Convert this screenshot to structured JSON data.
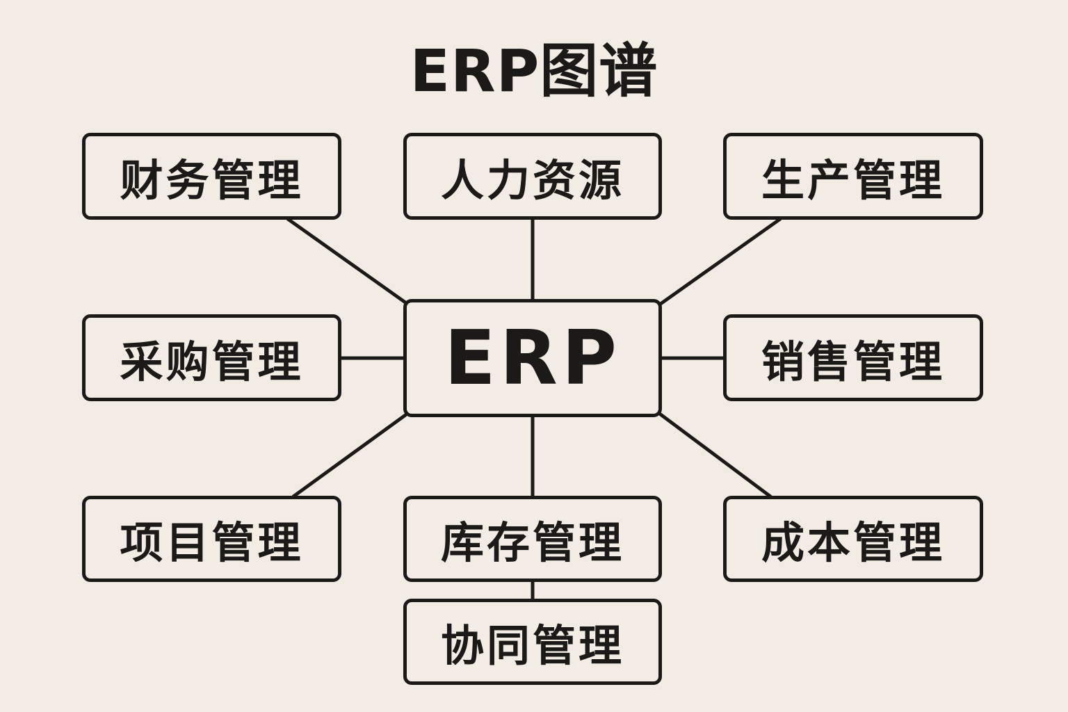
{
  "title": "ERP图谱",
  "center": {
    "label": "ERP"
  },
  "modules": [
    {
      "label": "财务管理",
      "position": "top-left"
    },
    {
      "label": "人力资源",
      "position": "top"
    },
    {
      "label": "生产管理",
      "position": "top-right"
    },
    {
      "label": "采购管理",
      "position": "left"
    },
    {
      "label": "销售管理",
      "position": "right"
    },
    {
      "label": "项目管理",
      "position": "bottom-left"
    },
    {
      "label": "库存管理",
      "position": "bottom"
    },
    {
      "label": "成本管理",
      "position": "bottom-right"
    },
    {
      "label": "协同管理",
      "position": "below-bottom"
    }
  ],
  "edges": [
    {
      "from": "ERP",
      "to": "财务管理"
    },
    {
      "from": "ERP",
      "to": "人力资源"
    },
    {
      "from": "ERP",
      "to": "生产管理"
    },
    {
      "from": "ERP",
      "to": "采购管理"
    },
    {
      "from": "ERP",
      "to": "销售管理"
    },
    {
      "from": "ERP",
      "to": "项目管理"
    },
    {
      "from": "ERP",
      "to": "库存管理"
    },
    {
      "from": "ERP",
      "to": "成本管理"
    },
    {
      "from": "库存管理",
      "to": "协同管理"
    }
  ],
  "colors": {
    "background": "#f2ece4",
    "stroke": "#1c1a18",
    "text": "#1c1a18"
  }
}
